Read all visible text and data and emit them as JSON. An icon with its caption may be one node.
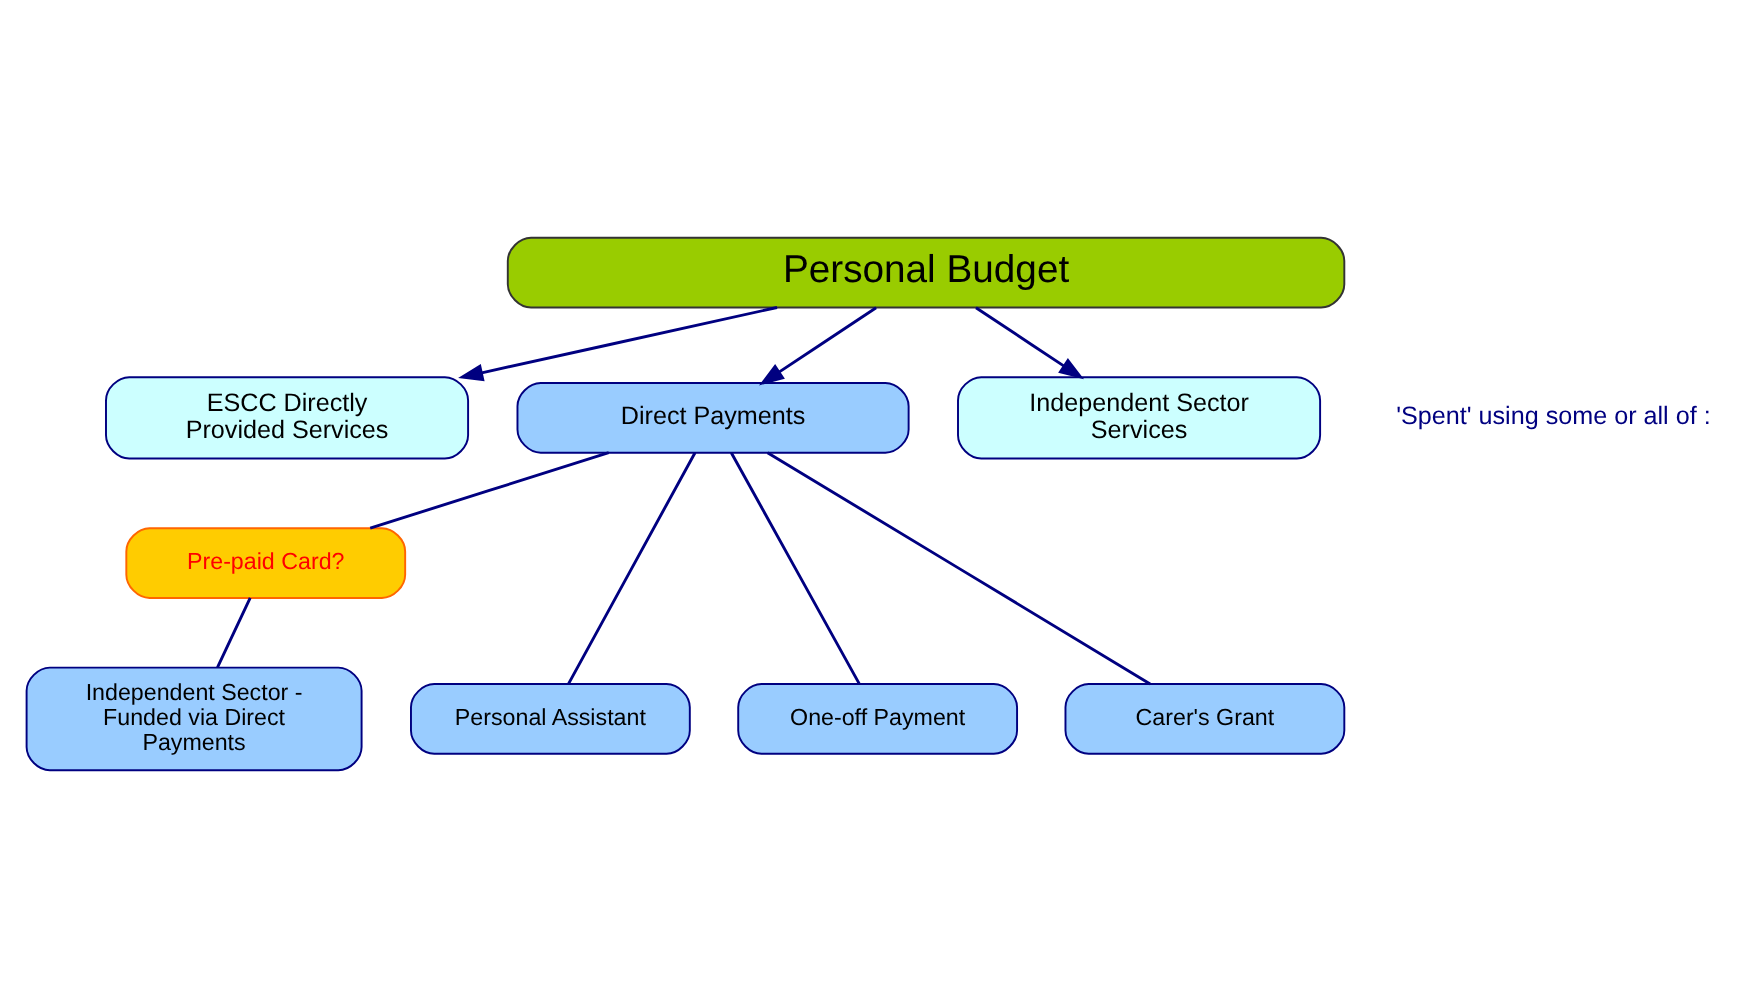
{
  "diagram": {
    "nodes": [
      {
        "text": [
          "Personal Budget"
        ]
      },
      {
        "text": [
          "ESCC Directly Provided Services"
        ]
      },
      {
        "text": [
          "Direct Payments"
        ]
      },
      {
        "text": [
          "Independent Sector Services"
        ]
      },
      {
        "text": [
          "Pre-paid Card?"
        ]
      },
      {
        "text": [
          "Independent Sector - Funded via Direct Payments"
        ]
      },
      {
        "text": [
          "Personal Assistant"
        ]
      },
      {
        "text": [
          "One-off Payment"
        ]
      },
      {
        "text": [
          "Carer's Grant"
        ]
      }
    ],
    "edges": [
      {
        "from": 0,
        "to": 1,
        "arrow": "to"
      },
      {
        "from": 0,
        "to": 2,
        "arrow": "to"
      },
      {
        "from": 0,
        "to": 3,
        "arrow": "to"
      },
      {
        "from": 2,
        "to": 4,
        "arrow": "none"
      },
      {
        "from": 4,
        "to": 5,
        "arrow": "none"
      },
      {
        "from": 2,
        "to": 6,
        "arrow": "none"
      },
      {
        "from": 2,
        "to": 7,
        "arrow": "none"
      },
      {
        "from": 2,
        "to": 8,
        "arrow": "none"
      }
    ],
    "labels": [
      "'Spent' using some or all of :"
    ]
  }
}
